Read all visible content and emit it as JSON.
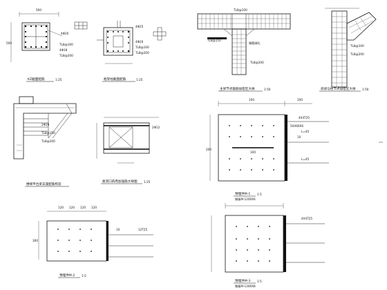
{
  "drawing": {
    "sections": [
      {
        "id": "col-section-1",
        "title": "KZ截面配筋",
        "scale": "1:25",
        "top_dim": "500",
        "side_dim": "500",
        "rebar": [
          "4Φ20",
          "TL8@100",
          "4Φ18",
          "TL8@200"
        ]
      },
      {
        "id": "col-section-2",
        "title": "框架柱截面配筋",
        "scale": "1:25",
        "rebar": [
          "4Φ25",
          "4Φ20",
          "TL8@100",
          "TL8@200"
        ]
      },
      {
        "id": "beam-col-joint-1",
        "title": "主梁节点箍筋加密区大样",
        "scale": "1:50",
        "rebar": [
          "TL8@100",
          "TL8@150",
          "TL8@200",
          "钢筋绑扎"
        ]
      },
      {
        "id": "beam-col-joint-2",
        "title": "斜梁与柱节点加密区大样",
        "scale": "1:50",
        "rebar": [
          "TL8@100",
          "TL8@200"
        ]
      },
      {
        "id": "stair-detail",
        "title": "楼梯平台梁支座配筋构造",
        "rebar": [
          "2Φ16",
          "TL8@150",
          "TL8@200"
        ]
      },
      {
        "id": "slab-opening",
        "title": "板洞口四周加强筋大样图",
        "scale": "1:25",
        "rebar": [
          "2Φ12"
        ]
      },
      {
        "id": "embed-plate-1",
        "title": "预埋件M-1",
        "scale": "1:5",
        "note": "钢板M-1200X6",
        "top_dims": [
          "100",
          "100"
        ],
        "side_dim": "200",
        "plate_len": "100",
        "welds": [
          "4X4T25",
          "50X60X6",
          "L=45",
          "10",
          "L=45"
        ]
      },
      {
        "id": "embed-plate-2",
        "title": "预埋件M-2",
        "scale": "1:5",
        "top_dims": [
          "120",
          "120",
          "120",
          "120"
        ],
        "side_dim": "300",
        "welds": [
          "12T25",
          "10"
        ]
      },
      {
        "id": "embed-plate-3",
        "title": "预埋件M-3",
        "scale": "1:5",
        "note": "钢板M-1300X8",
        "welds": [
          "4X4T25"
        ]
      }
    ]
  }
}
